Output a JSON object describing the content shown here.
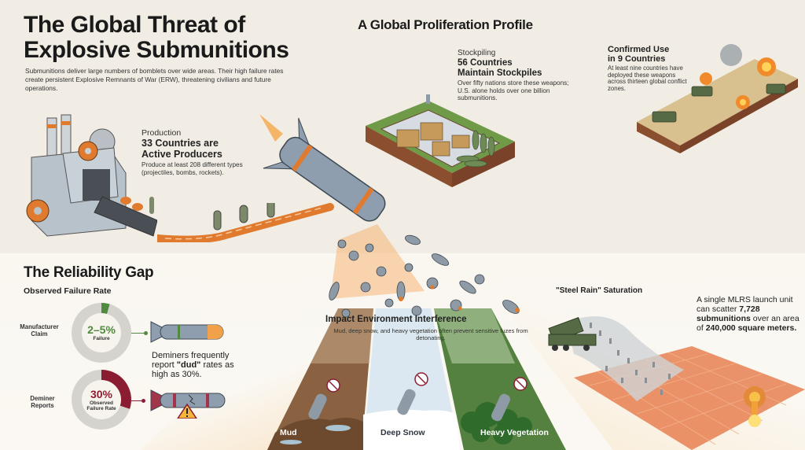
{
  "header": {
    "title_line1": "The Global Threat of",
    "title_line2": "Explosive Submunitions",
    "intro": "Submunitions deliver large numbers of bomblets over wide areas. Their high failure rates create persistent Explosive Remnants of War (ERW), threatening civilians and future operations."
  },
  "proliferation": {
    "title": "A Global Proliferation Profile",
    "production": {
      "kicker": "Production",
      "headline_line1": "33 Countries are",
      "headline_line2": "Active Producers",
      "body": "Produce at least 208 different types (projectiles, bombs, rockets).",
      "icon": "factory-icon"
    },
    "stockpiling": {
      "kicker": "Stockpiling",
      "headline_line1": "56 Countries",
      "headline_line2": "Maintain Stockpiles",
      "body": "Over fifty nations store these weapons; U.S. alone holds over one billion submunitions.",
      "icon": "bunker-icon"
    },
    "confirmed_use": {
      "headline_line1": "Confirmed Use",
      "headline_line2": "in 9 Countries",
      "body": "At least nine countries have deployed these weapons across thirteen global conflict zones.",
      "icon": "battlefield-icon"
    }
  },
  "reliability": {
    "title": "The Reliability Gap",
    "subtitle": "Observed Failure Rate",
    "manufacturer": {
      "label_line1": "Manufacturer",
      "label_line2": "Claim",
      "value": "2–5%",
      "value_label": "Failure",
      "color": "#4f8a3e"
    },
    "deminer": {
      "label_line1": "Deminer",
      "label_line2": "Reports",
      "value": "30%",
      "value_label_line1": "Observed",
      "value_label_line2": "Failure Rate",
      "color": "#8b1d33"
    },
    "note_pre": "Deminers frequently report ",
    "note_bold": "\"dud\"",
    "note_post": " rates as high as 30%."
  },
  "environment": {
    "title": "Impact Environment Interference",
    "subtitle": "Mud, deep snow, and heavy vegetation often prevent sensitive fuzes from detonating.",
    "panels": [
      {
        "label": "Mud",
        "color": "#7a5434"
      },
      {
        "label": "Deep Snow",
        "color": "#dfe9f0"
      },
      {
        "label": "Heavy Vegetation",
        "color": "#4e7a3c"
      }
    ]
  },
  "steel_rain": {
    "title": "\"Steel Rain\" Saturation",
    "body_1": "A single MLRS launch unit can scatter ",
    "count": "7,728",
    "body_2": " submunitions",
    "body_3": " over an area of ",
    "area": "240,000",
    "body_4": " square meters."
  },
  "colors": {
    "background": "#f1ede4",
    "accent_orange": "#e07a2e",
    "success_green": "#4f8a3e",
    "danger_red": "#8b1d33"
  }
}
